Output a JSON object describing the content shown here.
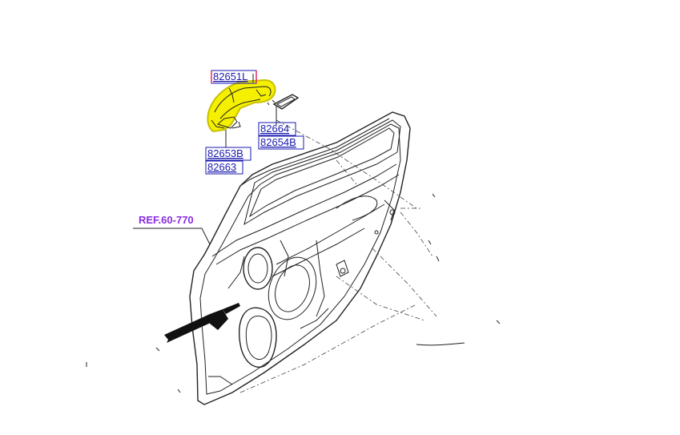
{
  "diagram": {
    "ref_label": "REF.60-770",
    "part_numbers": {
      "outside_handle": "82651L",
      "handle_base_a": "82653B",
      "handle_base_b": "82663",
      "cover_a": "82664",
      "cover_b": "82654B"
    },
    "colors": {
      "highlight": "#f5f000",
      "label_text": "#1a1ab0",
      "label_box": "#1a1ab0",
      "ref_text": "#8a2be2",
      "line": "#222222"
    }
  }
}
